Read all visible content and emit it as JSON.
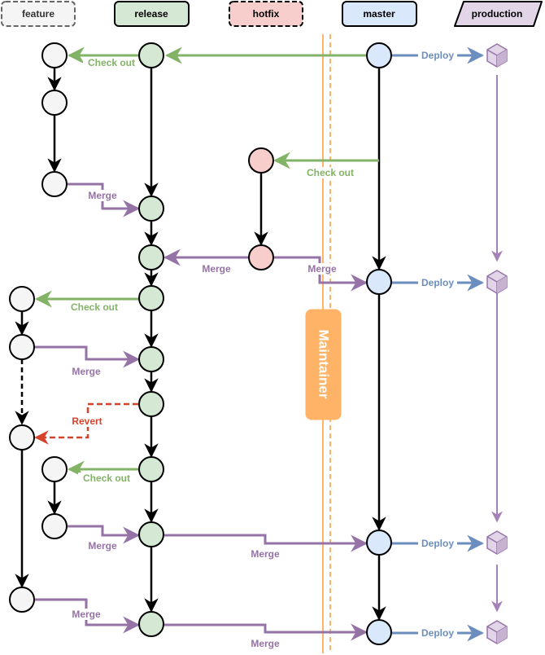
{
  "lanes": {
    "feature": "feature",
    "release": "release",
    "hotfix": "hotfix",
    "master": "master",
    "production": "production"
  },
  "labels": {
    "check_out": "Check out",
    "merge": "Merge",
    "deploy": "Deploy",
    "revert": "Revert",
    "maintainer": "Maintainer"
  },
  "colors": {
    "feature_fill": "#f5f5f5",
    "release_fill": "#d5e8d4",
    "hotfix_fill": "#f8cecc",
    "master_fill": "#dae8fc",
    "production_fill": "#e1d5e7",
    "checkout_green": "#82b366",
    "merge_purple": "#9673a6",
    "deploy_blue": "#6c8ebf",
    "revert_red": "#d6432d",
    "maintainer_orange": "#ffb366",
    "maintainer_line": "#ffb366"
  }
}
